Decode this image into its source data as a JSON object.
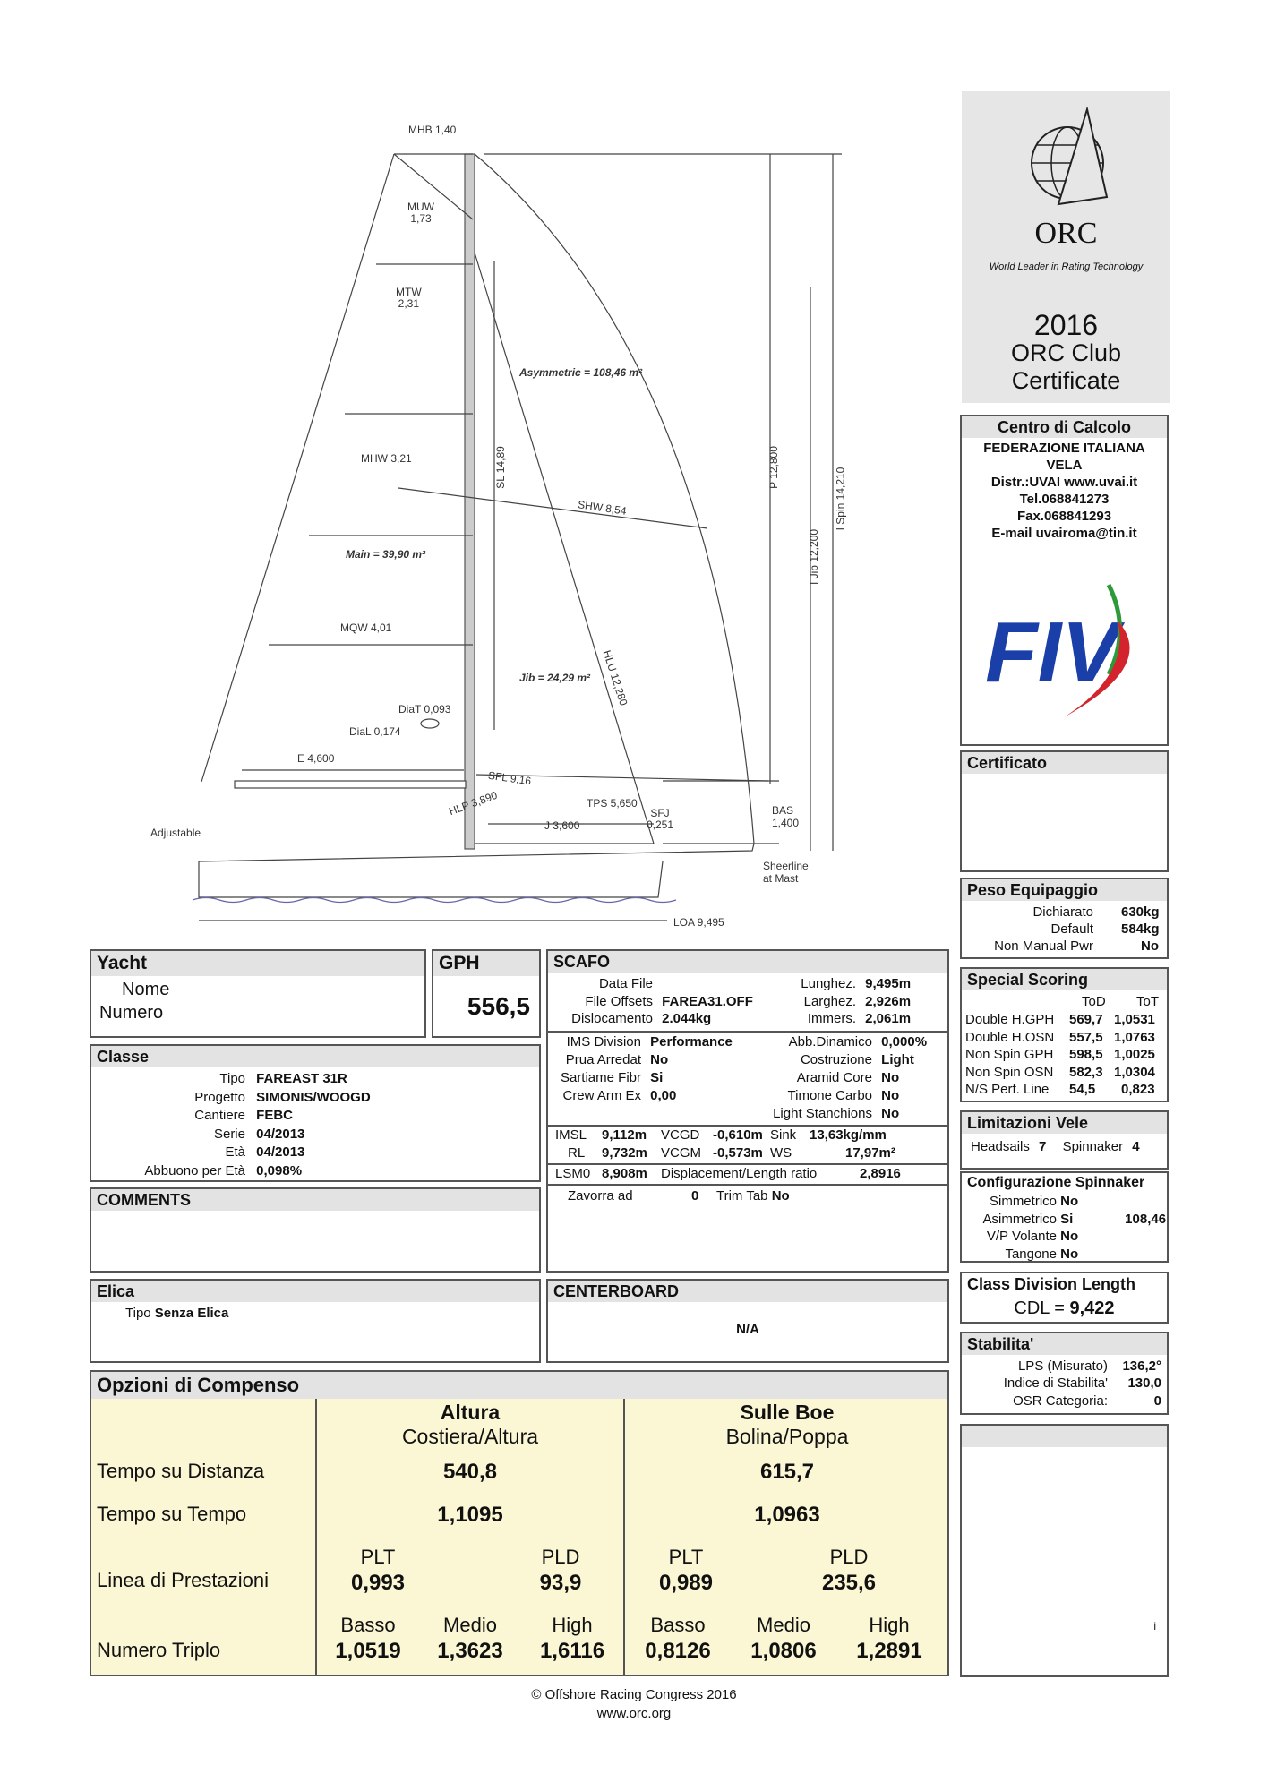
{
  "drawing": {
    "mhb": "MHB 1,40",
    "muw": [
      "MUW",
      "1,73"
    ],
    "mtw": [
      "MTW",
      "2,31"
    ],
    "mhw": "MHW 3,21",
    "mqw": "MQW 4,01",
    "asym": "Asymmetric = 108,46 m²",
    "main": "Main = 39,90 m²",
    "jib": "Jib = 24,29 m²",
    "sl": "SL 14,89",
    "shw": "SHW 8,54",
    "hlu": "HLU 12,280",
    "p": "P 12,800",
    "ijib": "I Jib 12,200",
    "ispin": "I Spin 14,210",
    "diat": "DiaT 0,093",
    "dial": "DiaL 0,174",
    "e": "E 4,600",
    "sfl": "SFL 9,16",
    "hlp": "HLP 3,890",
    "tps": "TPS 5,650",
    "sfj": [
      "SFJ",
      "0,251"
    ],
    "j": "J 3,600",
    "bas": [
      "BAS",
      "1,400"
    ],
    "adjustable": "Adjustable",
    "sheerline": [
      "Sheerline",
      "at Mast"
    ],
    "loa": "LOA 9,495"
  },
  "logo": {
    "name": "ORC",
    "tagline": "World Leader in Rating Technology"
  },
  "cert_title": [
    "2016",
    "ORC Club",
    "Certificate"
  ],
  "centro": {
    "header": "Centro di Calcolo",
    "lines": [
      "FEDERAZIONE ITALIANA",
      "VELA",
      "Distr.:UVAI  www.uvai.it",
      "Tel.068841273",
      "Fax.068841293",
      "E-mail  uvairoma@tin.it"
    ],
    "fiv_logo": "FIV"
  },
  "certificato": {
    "header": "Certificato"
  },
  "peso": {
    "header": "Peso Equipaggio",
    "rows": [
      [
        "Dichiarato",
        "630kg"
      ],
      [
        "Default",
        "584kg"
      ],
      [
        "Non Manual Pwr",
        "No"
      ]
    ]
  },
  "special": {
    "header": "Special Scoring",
    "cols": [
      "ToD",
      "ToT"
    ],
    "rows": [
      [
        "Double H.GPH",
        "569,7",
        "1,0531"
      ],
      [
        "Double H.OSN",
        "557,5",
        "1,0763"
      ],
      [
        "Non Spin GPH",
        "598,5",
        "1,0025"
      ],
      [
        "Non Spin OSN",
        "582,3",
        "1,0304"
      ],
      [
        "N/S Perf. Line",
        "54,5",
        "0,823"
      ]
    ]
  },
  "limitazioni": {
    "header": "Limitazioni Vele",
    "headsails_label": "Headsails",
    "headsails": "7",
    "spinnaker_label": "Spinnaker",
    "spinnaker": "4"
  },
  "config": {
    "header": "Configurazione Spinnaker",
    "rows": [
      [
        "Simmetrico",
        "No",
        ""
      ],
      [
        "Asimmetrico",
        "Si",
        "108,46"
      ],
      [
        "V/P Volante",
        "No",
        ""
      ],
      [
        "Tangone",
        "No",
        ""
      ]
    ]
  },
  "cdl": {
    "header": "Class Division Length",
    "label": "CDL =",
    "value": "9,422"
  },
  "stabilita": {
    "header": "Stabilita'",
    "rows": [
      [
        "LPS (Misurato)",
        "136,2°"
      ],
      [
        "Indice di Stabilita'",
        "130,0"
      ],
      [
        "OSR Categoria:",
        "0"
      ]
    ]
  },
  "blank_box": {
    "mark": "i"
  },
  "yacht": {
    "header": "Yacht",
    "nome_label": "Nome",
    "numero_label": "Numero"
  },
  "gph": {
    "header": "GPH",
    "value": "556,5"
  },
  "classe": {
    "header": "Classe",
    "rows": [
      [
        "Tipo",
        "FAREAST 31R"
      ],
      [
        "Progetto",
        "SIMONIS/WOOGD"
      ],
      [
        "Cantiere",
        "FEBC"
      ],
      [
        "Serie",
        "04/2013"
      ],
      [
        "Età",
        "04/2013"
      ],
      [
        "Abbuono per Età",
        "0,098%"
      ]
    ]
  },
  "scafo": {
    "header": "SCAFO",
    "left": [
      [
        "Data File",
        ""
      ],
      [
        "File Offsets",
        "FAREA31.OFF"
      ],
      [
        "Dislocamento",
        "2.044kg"
      ]
    ],
    "right": [
      [
        "Lunghez.",
        "9,495m"
      ],
      [
        "Larghez.",
        "2,926m"
      ],
      [
        "Immers.",
        "2,061m"
      ]
    ],
    "left2": [
      [
        "IMS Division",
        "Performance"
      ],
      [
        "Prua Arredat",
        "No"
      ],
      [
        "Sartiame Fibr",
        "Si"
      ],
      [
        "Crew Arm Ex",
        "0,00"
      ]
    ],
    "right2": [
      [
        "Abb.Dinamico",
        "0,000%"
      ],
      [
        "Costruzione",
        "Light"
      ],
      [
        "Aramid Core",
        "No"
      ],
      [
        "Timone Carbo",
        "No"
      ],
      [
        "Light Stanchions",
        "No"
      ]
    ],
    "imsl": [
      "IMSL",
      "9,112m",
      "VCGD",
      "-0,610m",
      "Sink",
      "13,63kg/mm"
    ],
    "rl": [
      "RL",
      "9,732m",
      "VCGM",
      "-0,573m",
      "WS",
      "17,97m²"
    ],
    "lsm": [
      "LSM0",
      "8,908m",
      "Displacement/Length ratio",
      "2,8916"
    ],
    "zav": [
      "Zavorra ad",
      "0",
      "Trim Tab",
      "No"
    ]
  },
  "comments": {
    "header": "COMMENTS"
  },
  "elica": {
    "header": "Elica",
    "label": "Tipo",
    "value": "Senza Elica"
  },
  "centerboard": {
    "header": "CENTERBOARD",
    "value": "N/A"
  },
  "opzioni": {
    "header": "Opzioni di Compenso",
    "altura": [
      "Altura",
      "Costiera/Altura"
    ],
    "boe": [
      "Sulle Boe",
      "Bolina/Poppa"
    ],
    "distanza": [
      "Tempo su Distanza",
      "540,8",
      "615,7"
    ],
    "tempo": [
      "Tempo su Tempo",
      "1,1095",
      "1,0963"
    ],
    "linea": [
      "Linea di Prestazioni",
      "PLT",
      "0,993",
      "PLD",
      "93,9",
      "PLT",
      "0,989",
      "PLD",
      "235,6"
    ],
    "triplo": {
      "label": "Numero Triplo",
      "cols": [
        "Basso",
        "Medio",
        "High",
        "Basso",
        "Medio",
        "High"
      ],
      "vals": [
        "1,0519",
        "1,3623",
        "1,6116",
        "0,8126",
        "1,0806",
        "1,2891"
      ]
    }
  },
  "footer": [
    "© Offshore Racing Congress 2016",
    "www.orc.org"
  ]
}
